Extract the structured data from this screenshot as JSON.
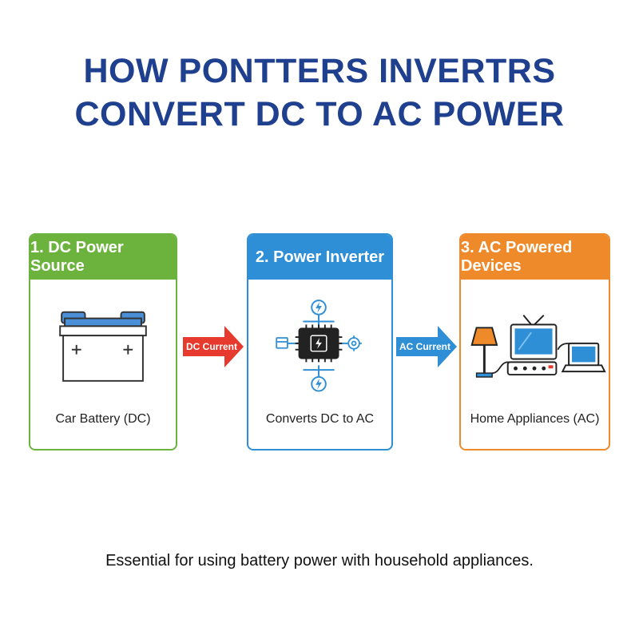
{
  "title": {
    "line1": "HOW PONTTERS INVERTRS",
    "line2": "CONVERT DC TO AC POWER"
  },
  "cards": [
    {
      "header": "1. DC Power Source",
      "caption": "Car Battery (DC)",
      "color": "#6cb33e",
      "icon": "car-battery-icon"
    },
    {
      "header": "2. Power Inverter",
      "caption": "Converts DC to AC",
      "color": "#2e8fd6",
      "icon": "inverter-chip-icon"
    },
    {
      "header": "3. AC Powered Devices",
      "caption": "Home Appliances (AC)",
      "color": "#ef8a2a",
      "icon": "home-appliances-icon"
    }
  ],
  "arrows": [
    {
      "label": "DC Current",
      "color": "#e63a2e"
    },
    {
      "label": "AC Current",
      "color": "#2e8fd6"
    }
  ],
  "footer": "Essential for using battery power with household appliances."
}
